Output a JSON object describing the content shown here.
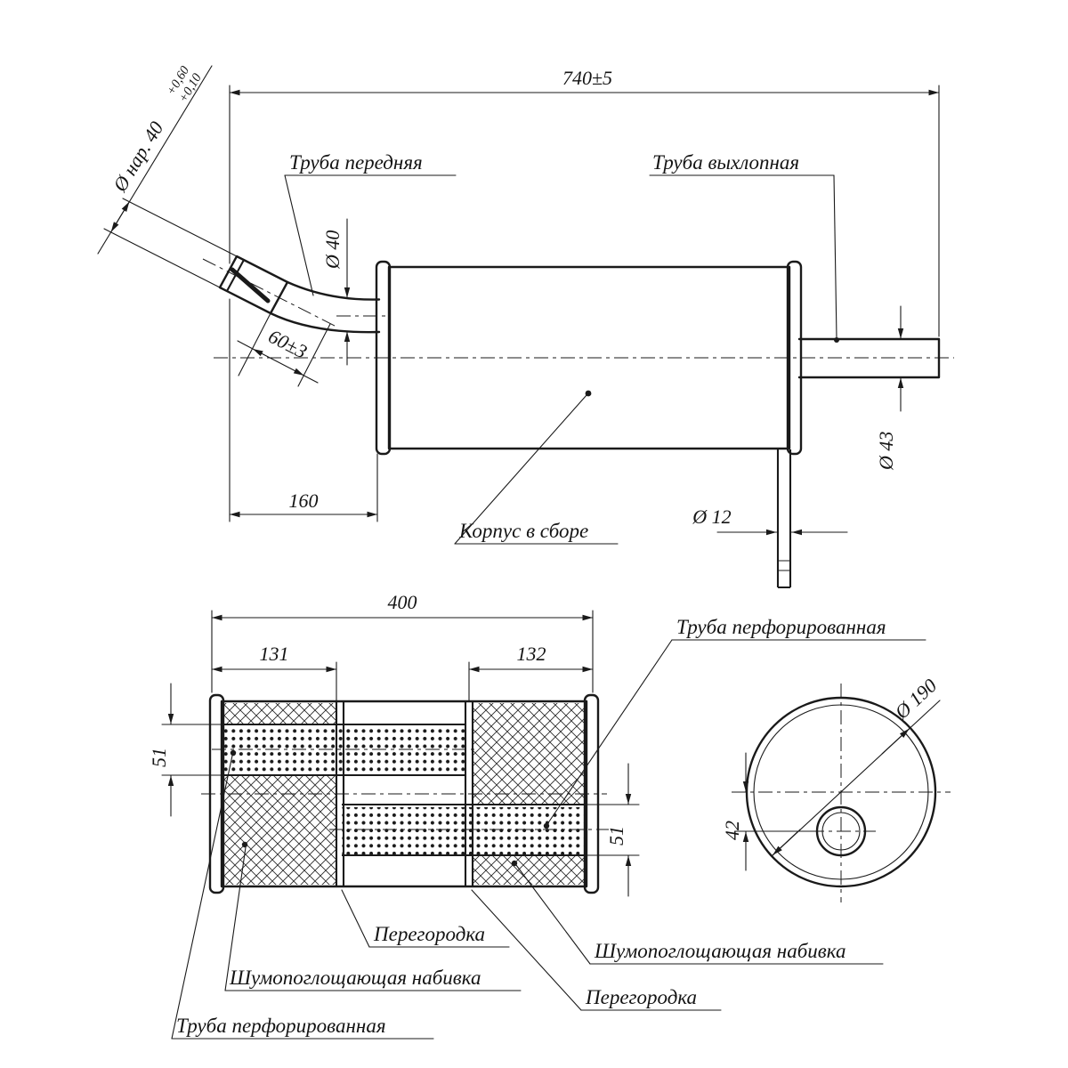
{
  "top_view": {
    "dim_overall": "740±5",
    "dim_diag_main": "Ø нар. 40",
    "dim_diag_tol_top": "+0,60",
    "dim_diag_tol_bottom": "+0,10",
    "label_front_pipe": "Труба передняя",
    "label_exhaust_pipe": "Труба выхлопная",
    "dim_inlet_dia": "Ø 40",
    "dim_bend": "60±3",
    "dim_front_len": "160",
    "label_body": "Корпус в сборе",
    "dim_rod_dia": "Ø 12",
    "dim_outlet_dia": "Ø 43"
  },
  "section_view": {
    "dim_length": "400",
    "dim_left_seg": "131",
    "dim_right_seg": "132",
    "dim_pipe_dia_left": "51",
    "dim_pipe_dia_right": "51",
    "label_perforated_top": "Труба перфорированная",
    "label_baffle_mid": "Перегородка",
    "label_padding_left": "Шумопоглощающая набивка",
    "label_perforated_bottom": "Труба перфорированная",
    "label_padding_right": "Шумопоглощающая набивка",
    "label_baffle_right": "Перегородка"
  },
  "end_view": {
    "dim_shell_dia": "Ø 190",
    "dim_offset": "42"
  }
}
